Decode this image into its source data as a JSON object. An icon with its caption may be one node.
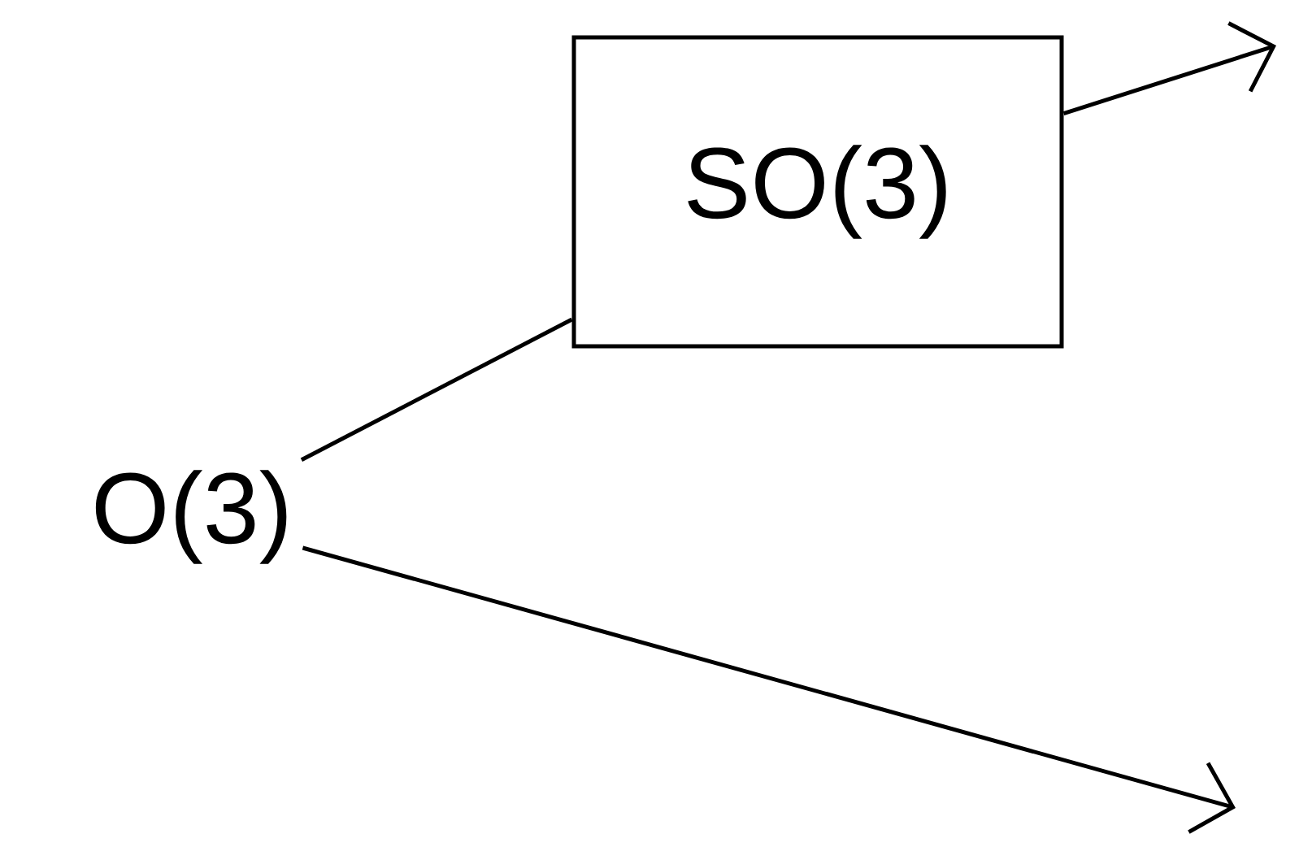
{
  "diagram": {
    "nodes": [
      {
        "text": [
          "O(3)"
        ]
      },
      {
        "text": [
          "SO(3)"
        ]
      }
    ],
    "edges": [
      {
        "from": 0,
        "to": 1,
        "arrow": "none"
      },
      {
        "from": 1,
        "to": null,
        "arrow": "to"
      },
      {
        "from": 0,
        "to": null,
        "arrow": "to"
      }
    ]
  }
}
